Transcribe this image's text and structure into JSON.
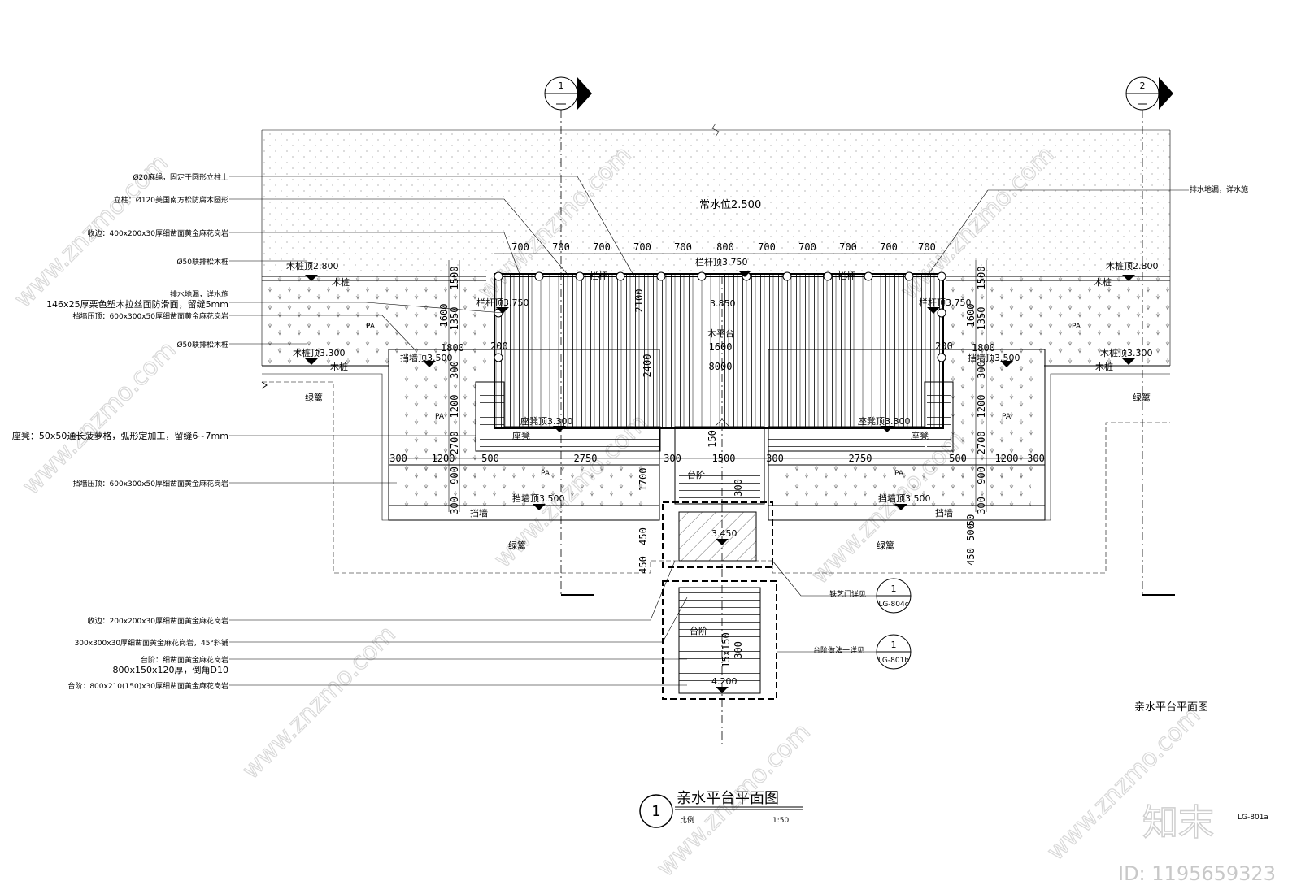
{
  "drawing": {
    "title": "亲水平台平面图",
    "title_number": "1",
    "scale_label": "比例",
    "scale_value": "1:50",
    "side_title": "亲水平台平面图",
    "sheet_no": "LG-801a"
  },
  "section_markers": [
    {
      "id": "1"
    },
    {
      "id": "2"
    }
  ],
  "left_notes": [
    "Ø20麻绳，固定于圆形立柱上",
    "立柱：Ø120美国南方松防腐木圆形",
    "收边：400x200x30厚细凿面黄金麻花岗岩",
    "Ø50联排松木桩",
    "排水地漏，详水施",
    "146x25厚栗色塑木拉丝面防滑面，留缝5mm",
    "挡墙压顶：600x300x50厚细凿面黄金麻花岗岩",
    "Ø50联排松木桩",
    "座凳：50x50通长菠萝格，弧形定加工，留缝6~7mm",
    "挡墙压顶：600x300x50厚细凿面黄金麻花岗岩",
    "收边：200x200x30厚细凿面黄金麻花岗岩",
    "300x300x30厚细凿面黄金麻花岗岩，45°斜铺",
    "台阶：细凿面黄金麻花岗岩",
    "800x150x120厚，倒角D10",
    "台阶：800x210(150)x30厚细凿面黄金麻花岗岩"
  ],
  "right_notes": {
    "drain": "排水地漏，详水施",
    "gate_ref_text": "铁艺门详见",
    "gate_ref_num": "1",
    "gate_ref_sheet": "LG-804c",
    "step_ref_text": "台阶做法一详见",
    "step_ref_num": "1",
    "step_ref_sheet": "LG-801b"
  },
  "labels": {
    "water_level": "常水位2.500",
    "pile_top_left": "木桩顶2.800",
    "pile_top_right": "木桩顶2.800",
    "pile": "木桩",
    "railing": "栏杆",
    "railing_top_center": "栏杆顶3.750",
    "railing_top_left": "栏杆顶3.750",
    "railing_top_right": "栏杆顶3.750",
    "platform_elev": "3.850",
    "platform": "木平台",
    "pile_top_330_left": "木桩顶3.300",
    "pile_top_330_right": "木桩顶3.300",
    "wall_top_left": "挡墙顶3.500",
    "wall_top_right": "挡墙顶3.500",
    "wall_top_bl": "挡墙顶3.500",
    "wall_top_br": "挡墙顶3.500",
    "pa": "PA",
    "green": "绿篱",
    "seat_top_left": "座凳顶3.300",
    "seat_top_right": "座凳顶3.300",
    "seat": "座凳",
    "steps": "台阶",
    "landing_elev": "3.450",
    "bottom_elev": "4.200",
    "wall": "挡墙",
    "stair_count_label": "15x150"
  },
  "dims": {
    "top_row": [
      "700",
      "700",
      "700",
      "700",
      "700",
      "800",
      "700",
      "700",
      "700",
      "700",
      "700"
    ],
    "v_left": [
      "1500",
      "1600",
      "1350",
      "300",
      "1200",
      "2700",
      "900",
      "300"
    ],
    "v_right": [
      "1500",
      "1600",
      "1350",
      "300",
      "1200",
      "2700",
      "900",
      "300"
    ],
    "d_1800": "1800",
    "d_200": "200",
    "d_2400": "2400",
    "d_1600": "1600",
    "d_8000": "8000",
    "d_2100": "2100",
    "bottom_row_left": [
      "300",
      "1200",
      "500",
      "2750",
      "1700"
    ],
    "bottom_row_mid": [
      "300",
      "1500",
      "300"
    ],
    "bottom_row_right": [
      "2750",
      "500",
      "1200",
      "300"
    ],
    "v_450": "450",
    "v_500": "500",
    "v_50": "50",
    "v_150": "150",
    "v_300": "300"
  },
  "watermark": {
    "site": "www.znzmo.com",
    "brand": "知末",
    "id_text": "ID: 1195659323"
  }
}
